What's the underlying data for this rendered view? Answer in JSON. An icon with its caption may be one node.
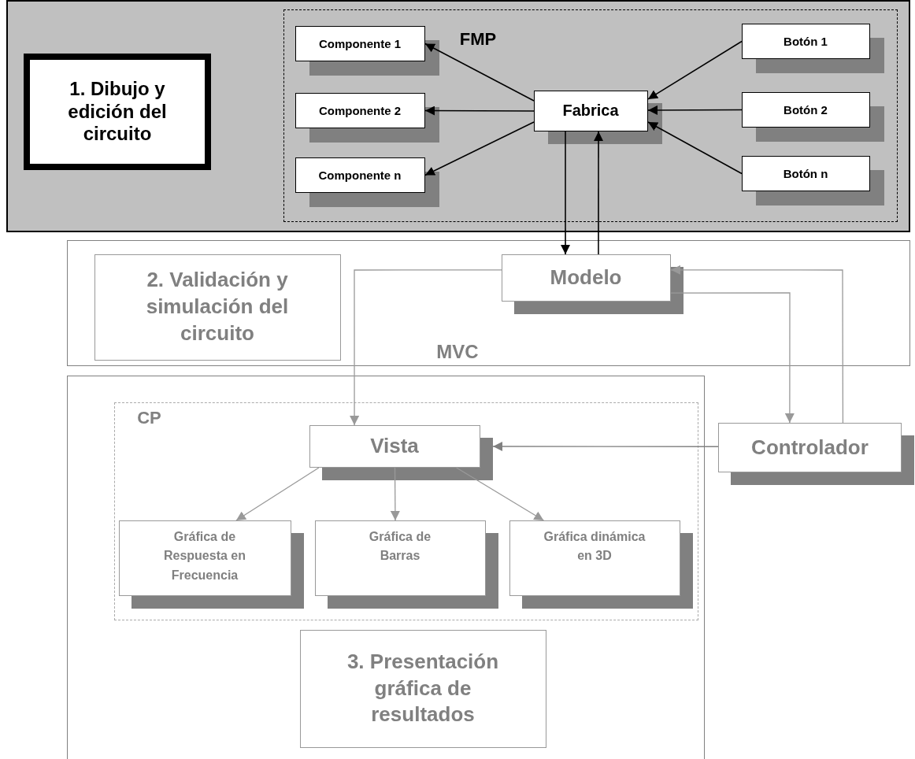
{
  "diagram": {
    "nodes": [
      {
        "text": [],
        "shape": "box"
      },
      {
        "text": [
          "1. Dibujo y edición del circuito"
        ],
        "in": 0
      },
      {
        "text": [
          "FMP"
        ],
        "in": 0
      },
      {
        "text": [
          "Componente 1"
        ],
        "in": 2
      },
      {
        "text": [
          "Componente 2"
        ],
        "in": 2
      },
      {
        "text": [
          "Componente n"
        ],
        "in": 2
      },
      {
        "text": [
          "Fabrica"
        ],
        "in": 2
      },
      {
        "text": [
          "Botón 1"
        ],
        "in": 2
      },
      {
        "text": [
          "Botón 2"
        ],
        "in": 2
      },
      {
        "text": [
          "Botón n"
        ],
        "in": 2
      },
      {
        "text": [
          "MVC"
        ]
      },
      {
        "text": [
          "2. Validación y simulación del circuito"
        ],
        "in": 10
      },
      {
        "text": [
          "Modelo"
        ],
        "in": 10
      },
      {
        "text": [],
        "shape": "box"
      },
      {
        "text": [
          "CP"
        ],
        "in": 13
      },
      {
        "text": [
          "Vista"
        ],
        "in": 14
      },
      {
        "text": [
          "Gráfica de Respuesta en Frecuencia"
        ],
        "in": 14
      },
      {
        "text": [
          "Gráfica de Barras"
        ],
        "in": 14
      },
      {
        "text": [
          "Gráfica dinámica en 3D"
        ],
        "in": 14
      },
      {
        "text": [
          "3. Presentación gráfica de resultados"
        ],
        "in": 13
      },
      {
        "text": [
          "Controlador"
        ]
      }
    ],
    "edges": [
      {
        "from": 6,
        "to": 3,
        "arrow": "to"
      },
      {
        "from": 6,
        "to": 4,
        "arrow": "to"
      },
      {
        "from": 6,
        "to": 5,
        "arrow": "to"
      },
      {
        "from": 7,
        "to": 6,
        "arrow": "to"
      },
      {
        "from": 8,
        "to": 6,
        "arrow": "to"
      },
      {
        "from": 9,
        "to": 6,
        "arrow": "to"
      },
      {
        "from": 6,
        "to": 12,
        "arrow": "to"
      },
      {
        "from": 12,
        "to": 6,
        "arrow": "to"
      },
      {
        "from": 12,
        "to": 15,
        "arrow": "to",
        "color": "#999999"
      },
      {
        "from": 12,
        "to": 20,
        "arrow": "to",
        "color": "#999999"
      },
      {
        "from": 20,
        "to": 12,
        "arrow": "to",
        "color": "#999999"
      },
      {
        "from": 20,
        "to": 15,
        "arrow": "to",
        "color": "#808080"
      },
      {
        "from": 15,
        "to": 16,
        "arrow": "to",
        "color": "#999999"
      },
      {
        "from": 15,
        "to": 17,
        "arrow": "to",
        "color": "#999999"
      },
      {
        "from": 15,
        "to": 18,
        "arrow": "to",
        "color": "#999999"
      }
    ]
  }
}
